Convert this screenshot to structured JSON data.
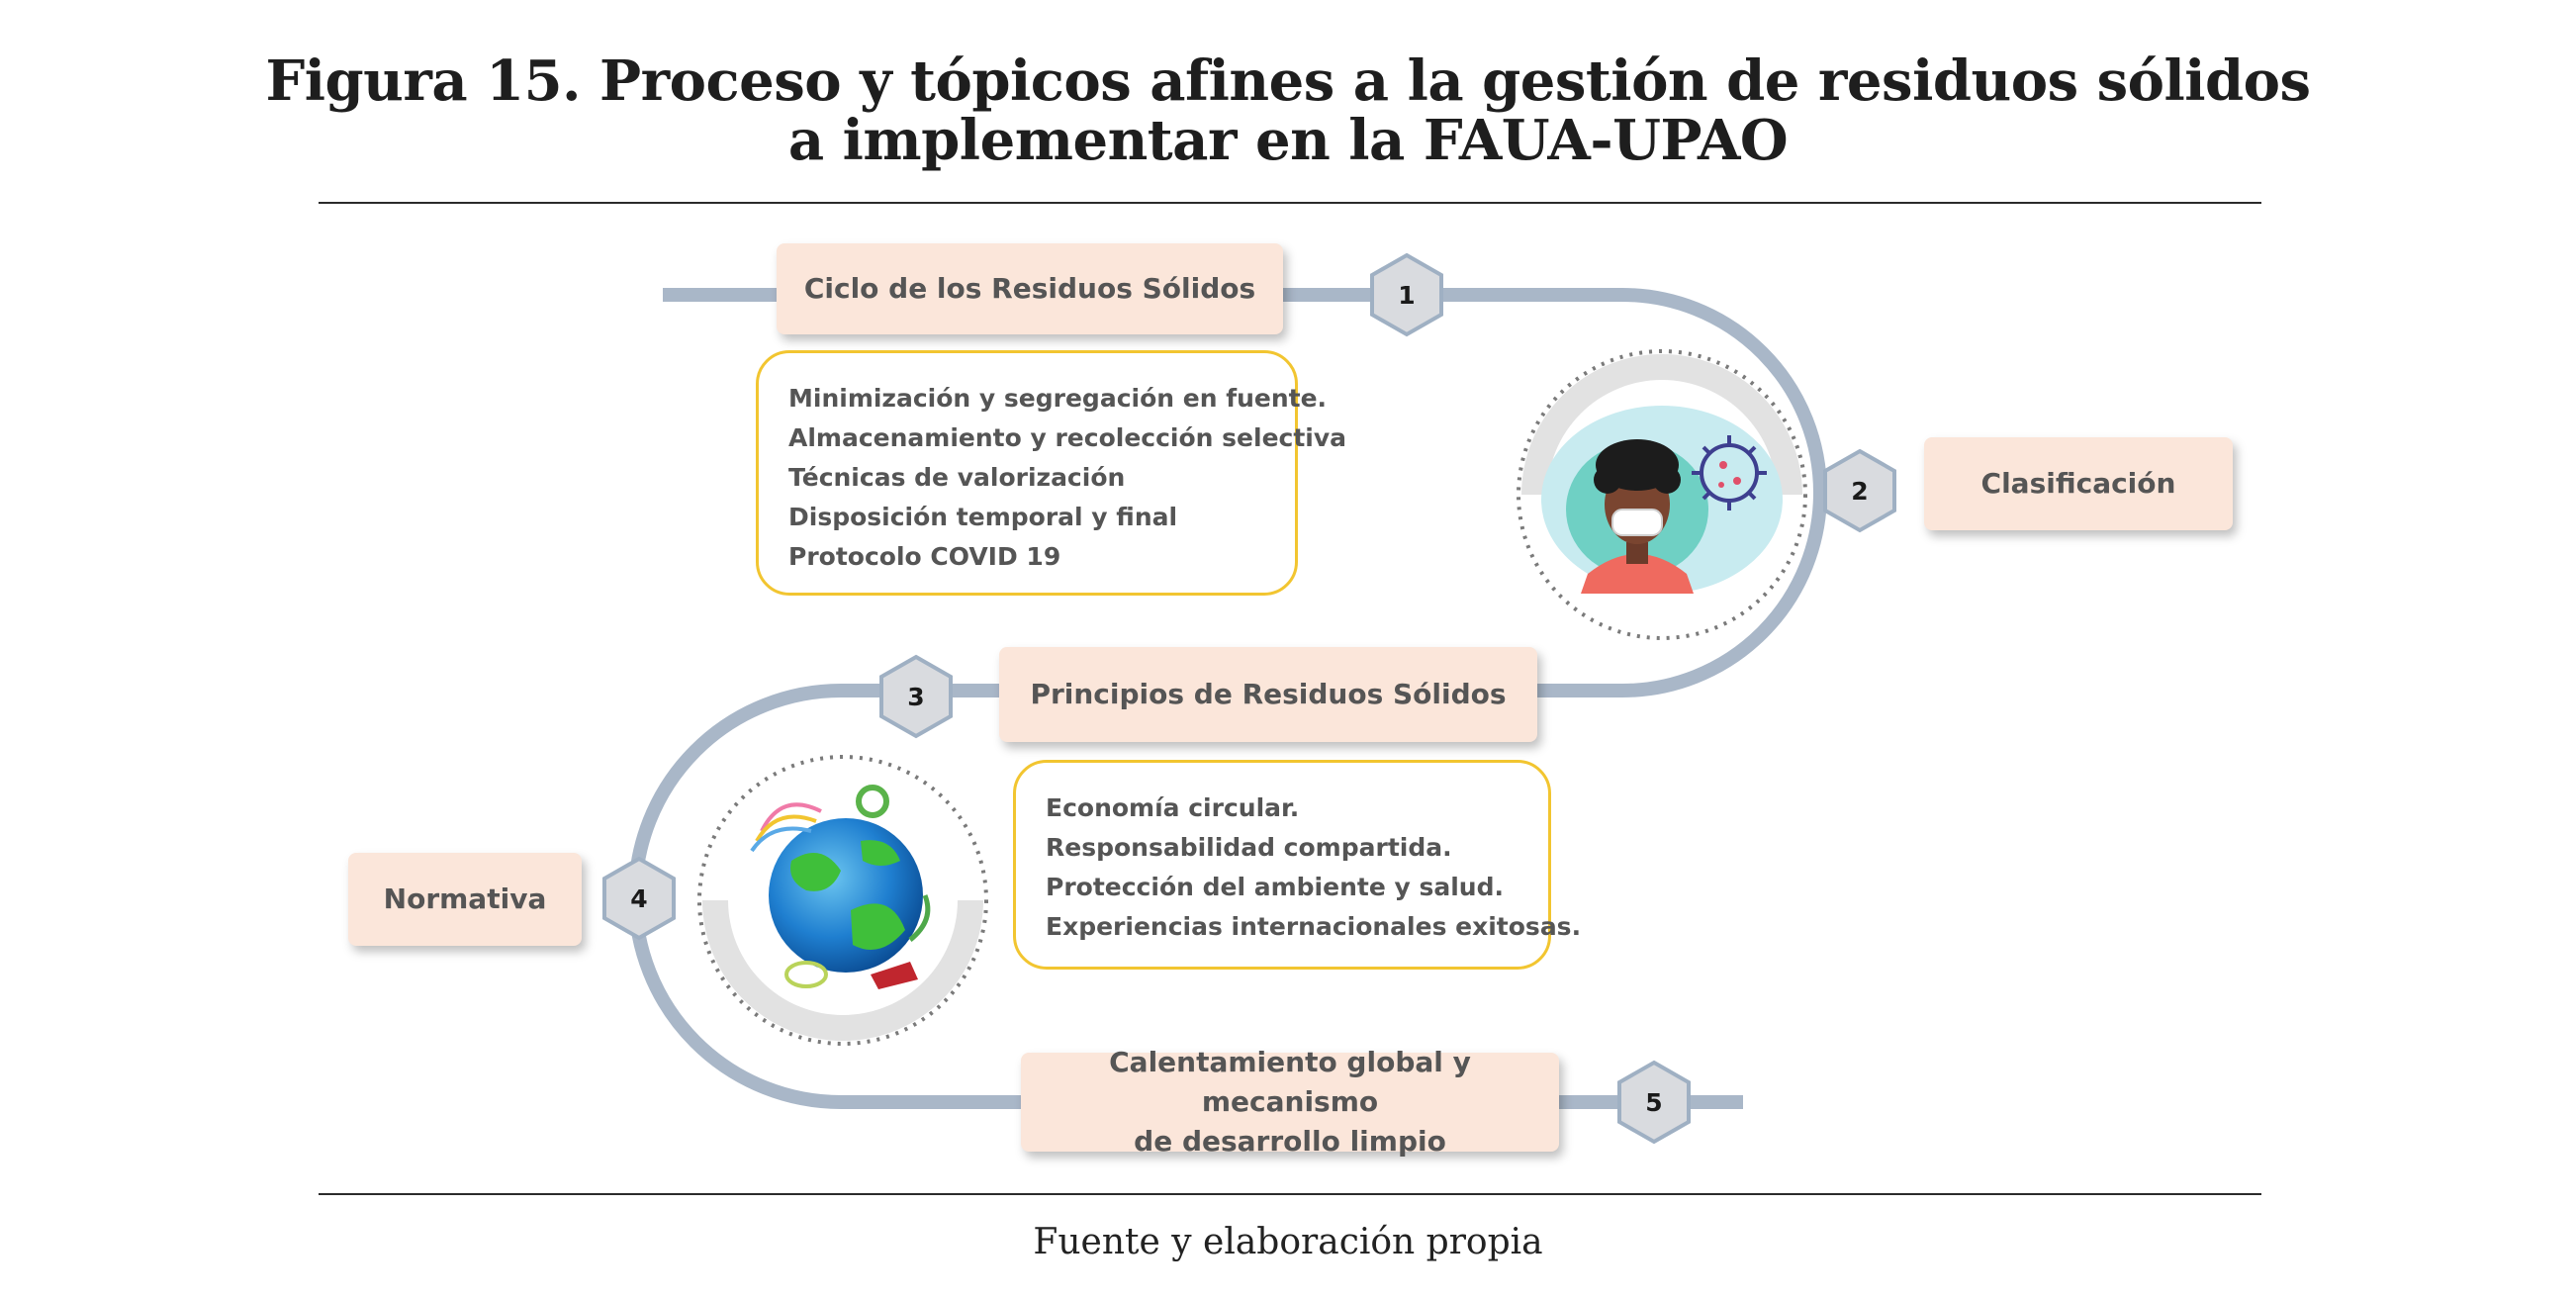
{
  "figure": {
    "title_line1": "Figura 15. Proceso y tópicos afines a la gestión de residuos sólidos",
    "title_line2": "a implementar en la FAUA-UPAO",
    "source": "Fuente y elaboración propia"
  },
  "steps": [
    {
      "number": "1",
      "label": "Ciclo de los Residuos Sólidos"
    },
    {
      "number": "2",
      "label": "Clasificación"
    },
    {
      "number": "3",
      "label": "Principios de Residuos Sólidos"
    },
    {
      "number": "4",
      "label": "Normativa"
    },
    {
      "number": "5",
      "label_line1": "Calentamiento global y mecanismo",
      "label_line2": "de desarrollo limpio"
    }
  ],
  "cycle_topics": [
    "Minimización y segregación en fuente.",
    "Almacenamiento y recolección selectiva",
    "Técnicas de valorización",
    "Disposición temporal y final",
    "Protocolo COVID 19"
  ],
  "principles_topics": [
    "Economía circular.",
    "Responsabilidad compartida.",
    "Protección del ambiente y salud.",
    "Experiencias internacionales exitosas."
  ],
  "icons": {
    "person_illustration": "masked-person-with-virus-icon",
    "earth_illustration": "green-earth-recycling-icon"
  },
  "colors": {
    "track": "#a9b7c8",
    "label_fill": "#fbe6da",
    "list_border": "#f2c530",
    "hex_fill": "#d9dbdf",
    "hex_stroke": "#9fb0c3"
  }
}
